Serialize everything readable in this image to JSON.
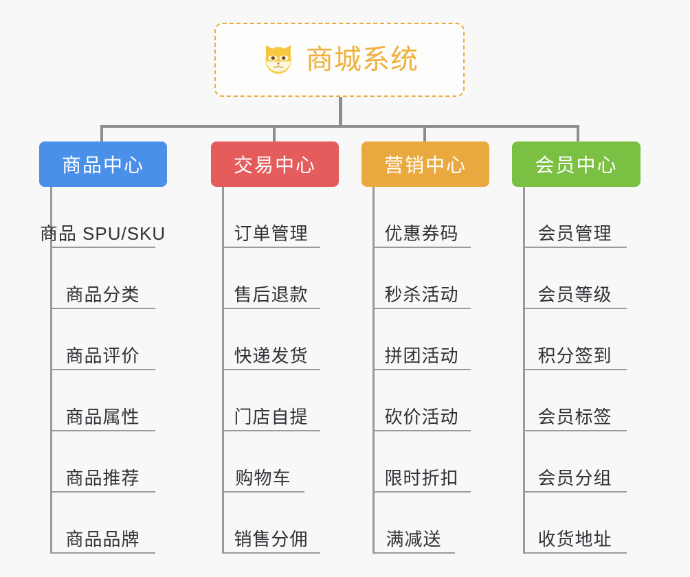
{
  "background_color": "#f8f8f8",
  "root": {
    "title": "商城系统",
    "icon": "dog-face-icon",
    "text_color": "#efb03c",
    "border_color": "#e9ad3e"
  },
  "connector_color": "#8d8d8d",
  "branches": [
    {
      "label": "商品中心",
      "color": "#4a90e8",
      "items": [
        "商品 SPU/SKU",
        "商品分类",
        "商品评价",
        "商品属性",
        "商品推荐",
        "商品品牌"
      ]
    },
    {
      "label": "交易中心",
      "color": "#e45c5c",
      "items": [
        "订单管理",
        "售后退款",
        "快递发货",
        "门店自提",
        "购物车",
        "销售分佣"
      ]
    },
    {
      "label": "营销中心",
      "color": "#eaa93f",
      "items": [
        "优惠券码",
        "秒杀活动",
        "拼团活动",
        "砍价活动",
        "限时折扣",
        "满减送"
      ]
    },
    {
      "label": "会员中心",
      "color": "#7cc043",
      "items": [
        "会员管理",
        "会员等级",
        "积分签到",
        "会员标签",
        "会员分组",
        "收货地址"
      ]
    }
  ]
}
